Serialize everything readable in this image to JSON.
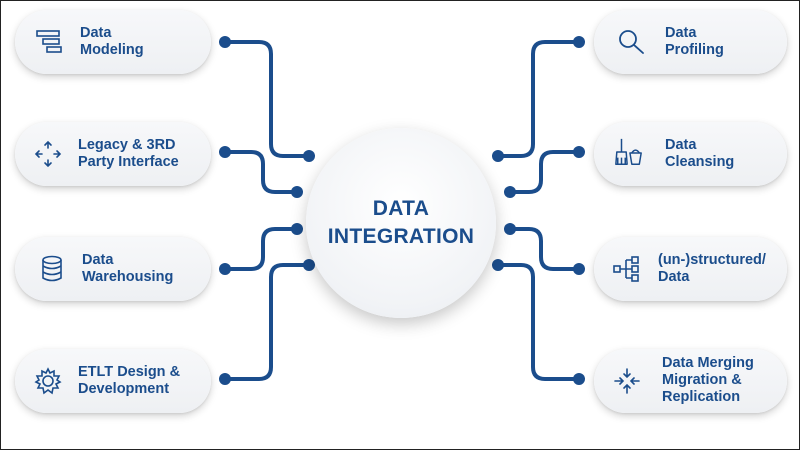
{
  "center": {
    "title": "DATA\nINTEGRATION"
  },
  "colors": {
    "accent": "#1b4d8c",
    "connector": "#1b4d8c",
    "pill_bg": "#f2f4f6"
  },
  "left_nodes": [
    {
      "label": "Data\nModeling",
      "icon": "data-modeling-icon"
    },
    {
      "label": "Legacy & 3RD\nParty Interface",
      "icon": "arrows-expand-icon"
    },
    {
      "label": "Data\nWarehousing",
      "icon": "database-icon"
    },
    {
      "label": "ETLT Design &\nDevelopment",
      "icon": "gear-icon"
    }
  ],
  "right_nodes": [
    {
      "label": "Data\nProfiling",
      "icon": "magnifier-icon"
    },
    {
      "label": "Data\nCleansing",
      "icon": "broom-bucket-icon"
    },
    {
      "label": "(un-)structured/\nData",
      "icon": "hierarchy-icon"
    },
    {
      "label": "Data Merging\nMigration &\nReplication",
      "icon": "arrows-converge-icon"
    }
  ]
}
